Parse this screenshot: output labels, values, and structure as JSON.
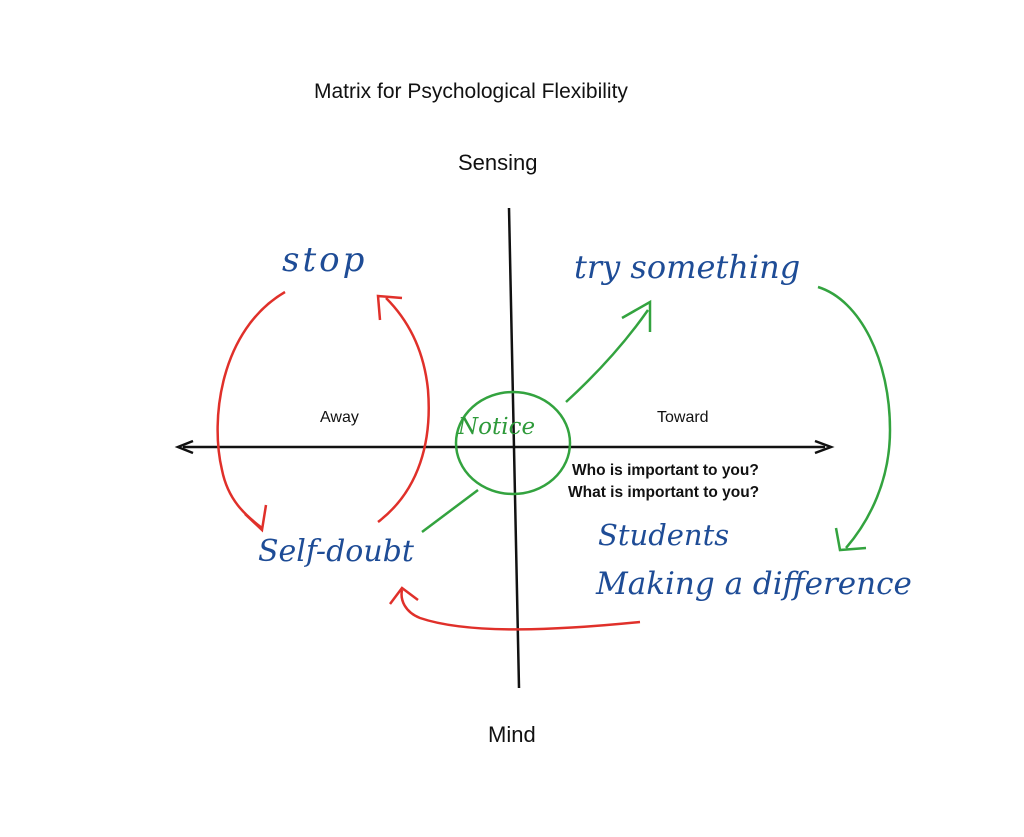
{
  "title": "Matrix for Psychological Flexibility",
  "axes": {
    "top": "Sensing",
    "bottom": "Mind",
    "left": "Away",
    "right": "Toward"
  },
  "questions": {
    "who": "Who is important to you?",
    "what": "What is important to you?"
  },
  "handwritten": {
    "stop": "stop",
    "try_something": "try something",
    "self_doubt": "Self-doubt",
    "students": "Students",
    "making_difference": "Making a difference",
    "notice": "Notice"
  },
  "colors": {
    "axis": "#111111",
    "red_loop": "#e0302a",
    "green_path": "#33a33f",
    "handwriting_blue": "#1e4c96"
  }
}
